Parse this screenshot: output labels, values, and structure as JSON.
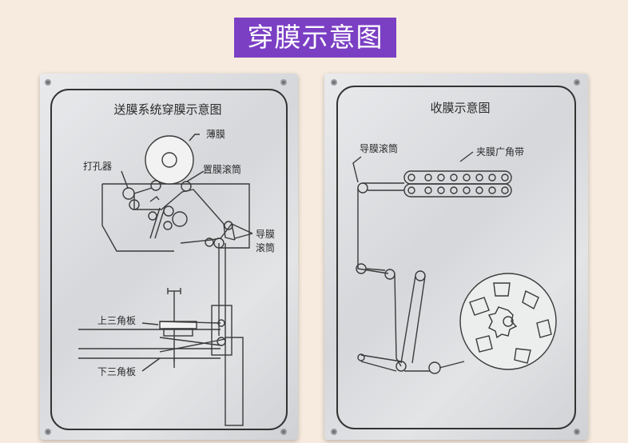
{
  "header": {
    "title": "穿膜示意图"
  },
  "left_panel": {
    "title": "送膜系统穿膜示意图",
    "labels": {
      "film": "薄膜",
      "punch": "打孔器",
      "placing_roller": "置膜滚筒",
      "guide_roller_line1": "导膜",
      "guide_roller_line2": "滚筒",
      "upper_triangle": "上三角板",
      "lower_triangle": "下三角板"
    }
  },
  "right_panel": {
    "title": "收膜示意图",
    "labels": {
      "guide_roller": "导膜滚筒",
      "clamp_belt": "夹膜广角带"
    }
  },
  "colors": {
    "banner": "#7b3fc4",
    "page_bg": "#f7ebdf",
    "line": "#3a3a3a"
  }
}
